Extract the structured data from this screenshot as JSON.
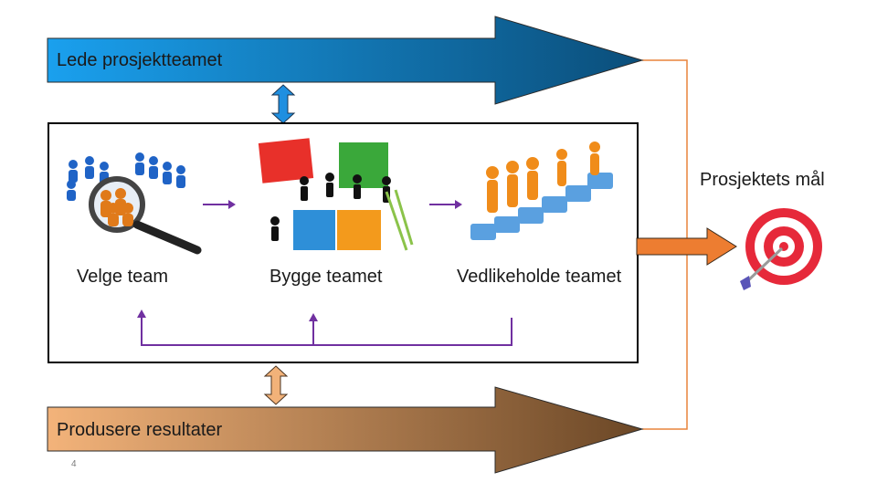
{
  "top_arrow": {
    "label": "Lede prosjektteamet",
    "gradient": [
      "#1aa0ee",
      "#0b4e7a"
    ]
  },
  "bottom_arrow": {
    "label": "Produsere resultater",
    "gradient": [
      "#f3b37a",
      "#6b4726"
    ]
  },
  "stages": [
    {
      "label": "Velge team",
      "illustration": "team-search-icon"
    },
    {
      "label": "Bygge teamet",
      "illustration": "puzzle-team-icon"
    },
    {
      "label": "Vedlikeholde teamet",
      "illustration": "team-bridge-icon"
    }
  ],
  "goal": {
    "label": "Prosjektets mål",
    "icon": "target-icon"
  },
  "page_number": "4",
  "colors": {
    "connector": "#e8843c",
    "feedback": "#7030a0",
    "goal_arrow": "#ed7d31",
    "box_border": "#000000"
  }
}
